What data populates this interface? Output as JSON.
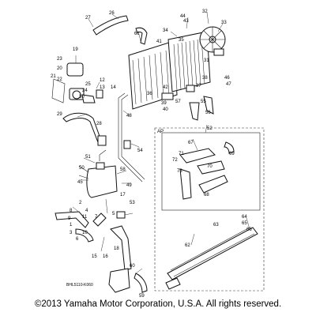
{
  "diagram": {
    "sub_box_label": "AP",
    "reference_code": "BHL5110-K060",
    "callouts": [
      "1",
      "2",
      "3",
      "4",
      "5",
      "6",
      "7",
      "8",
      "9",
      "10",
      "11",
      "12",
      "13",
      "14",
      "15",
      "16",
      "17",
      "18",
      "19",
      "20",
      "21",
      "22",
      "23",
      "24",
      "25",
      "26",
      "27",
      "28",
      "29",
      "30",
      "31",
      "32",
      "33",
      "34",
      "35",
      "36",
      "37",
      "38",
      "39",
      "40",
      "41",
      "42",
      "43",
      "44",
      "45",
      "46",
      "47",
      "48",
      "49",
      "50",
      "51",
      "52",
      "53",
      "54",
      "55",
      "56",
      "57",
      "58",
      "59",
      "60",
      "61",
      "62",
      "63",
      "64",
      "65",
      "66",
      "67",
      "68",
      "69",
      "70",
      "71",
      "72",
      "73"
    ]
  },
  "footer": {
    "copyright": "©2013 Yamaha Motor Corporation, U.S.A. All rights reserved."
  }
}
